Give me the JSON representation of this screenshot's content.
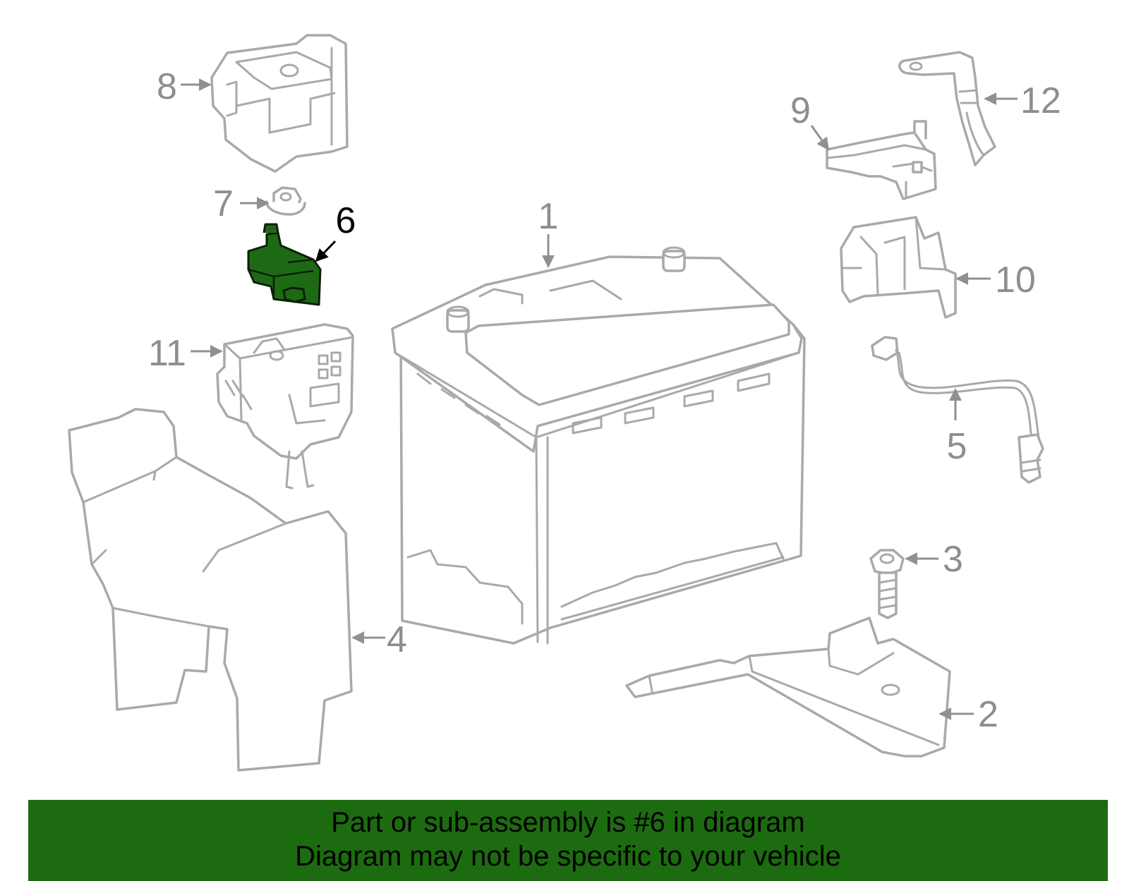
{
  "callouts": {
    "c1": "1",
    "c2": "2",
    "c3": "3",
    "c4": "4",
    "c5": "5",
    "c6": "6",
    "c7": "7",
    "c8": "8",
    "c9": "9",
    "c10": "10",
    "c11": "11",
    "c12": "12"
  },
  "highlighted_part": "6",
  "colors": {
    "highlight_fill": "#1e6a14",
    "banner_background": "#1d6b10",
    "part_outline": "#a9a9a9",
    "callout_text": "#8e8e8e"
  },
  "banner": {
    "line1": "Part or sub-assembly is #6 in diagram",
    "line2": "Diagram may not be specific to your vehicle"
  }
}
